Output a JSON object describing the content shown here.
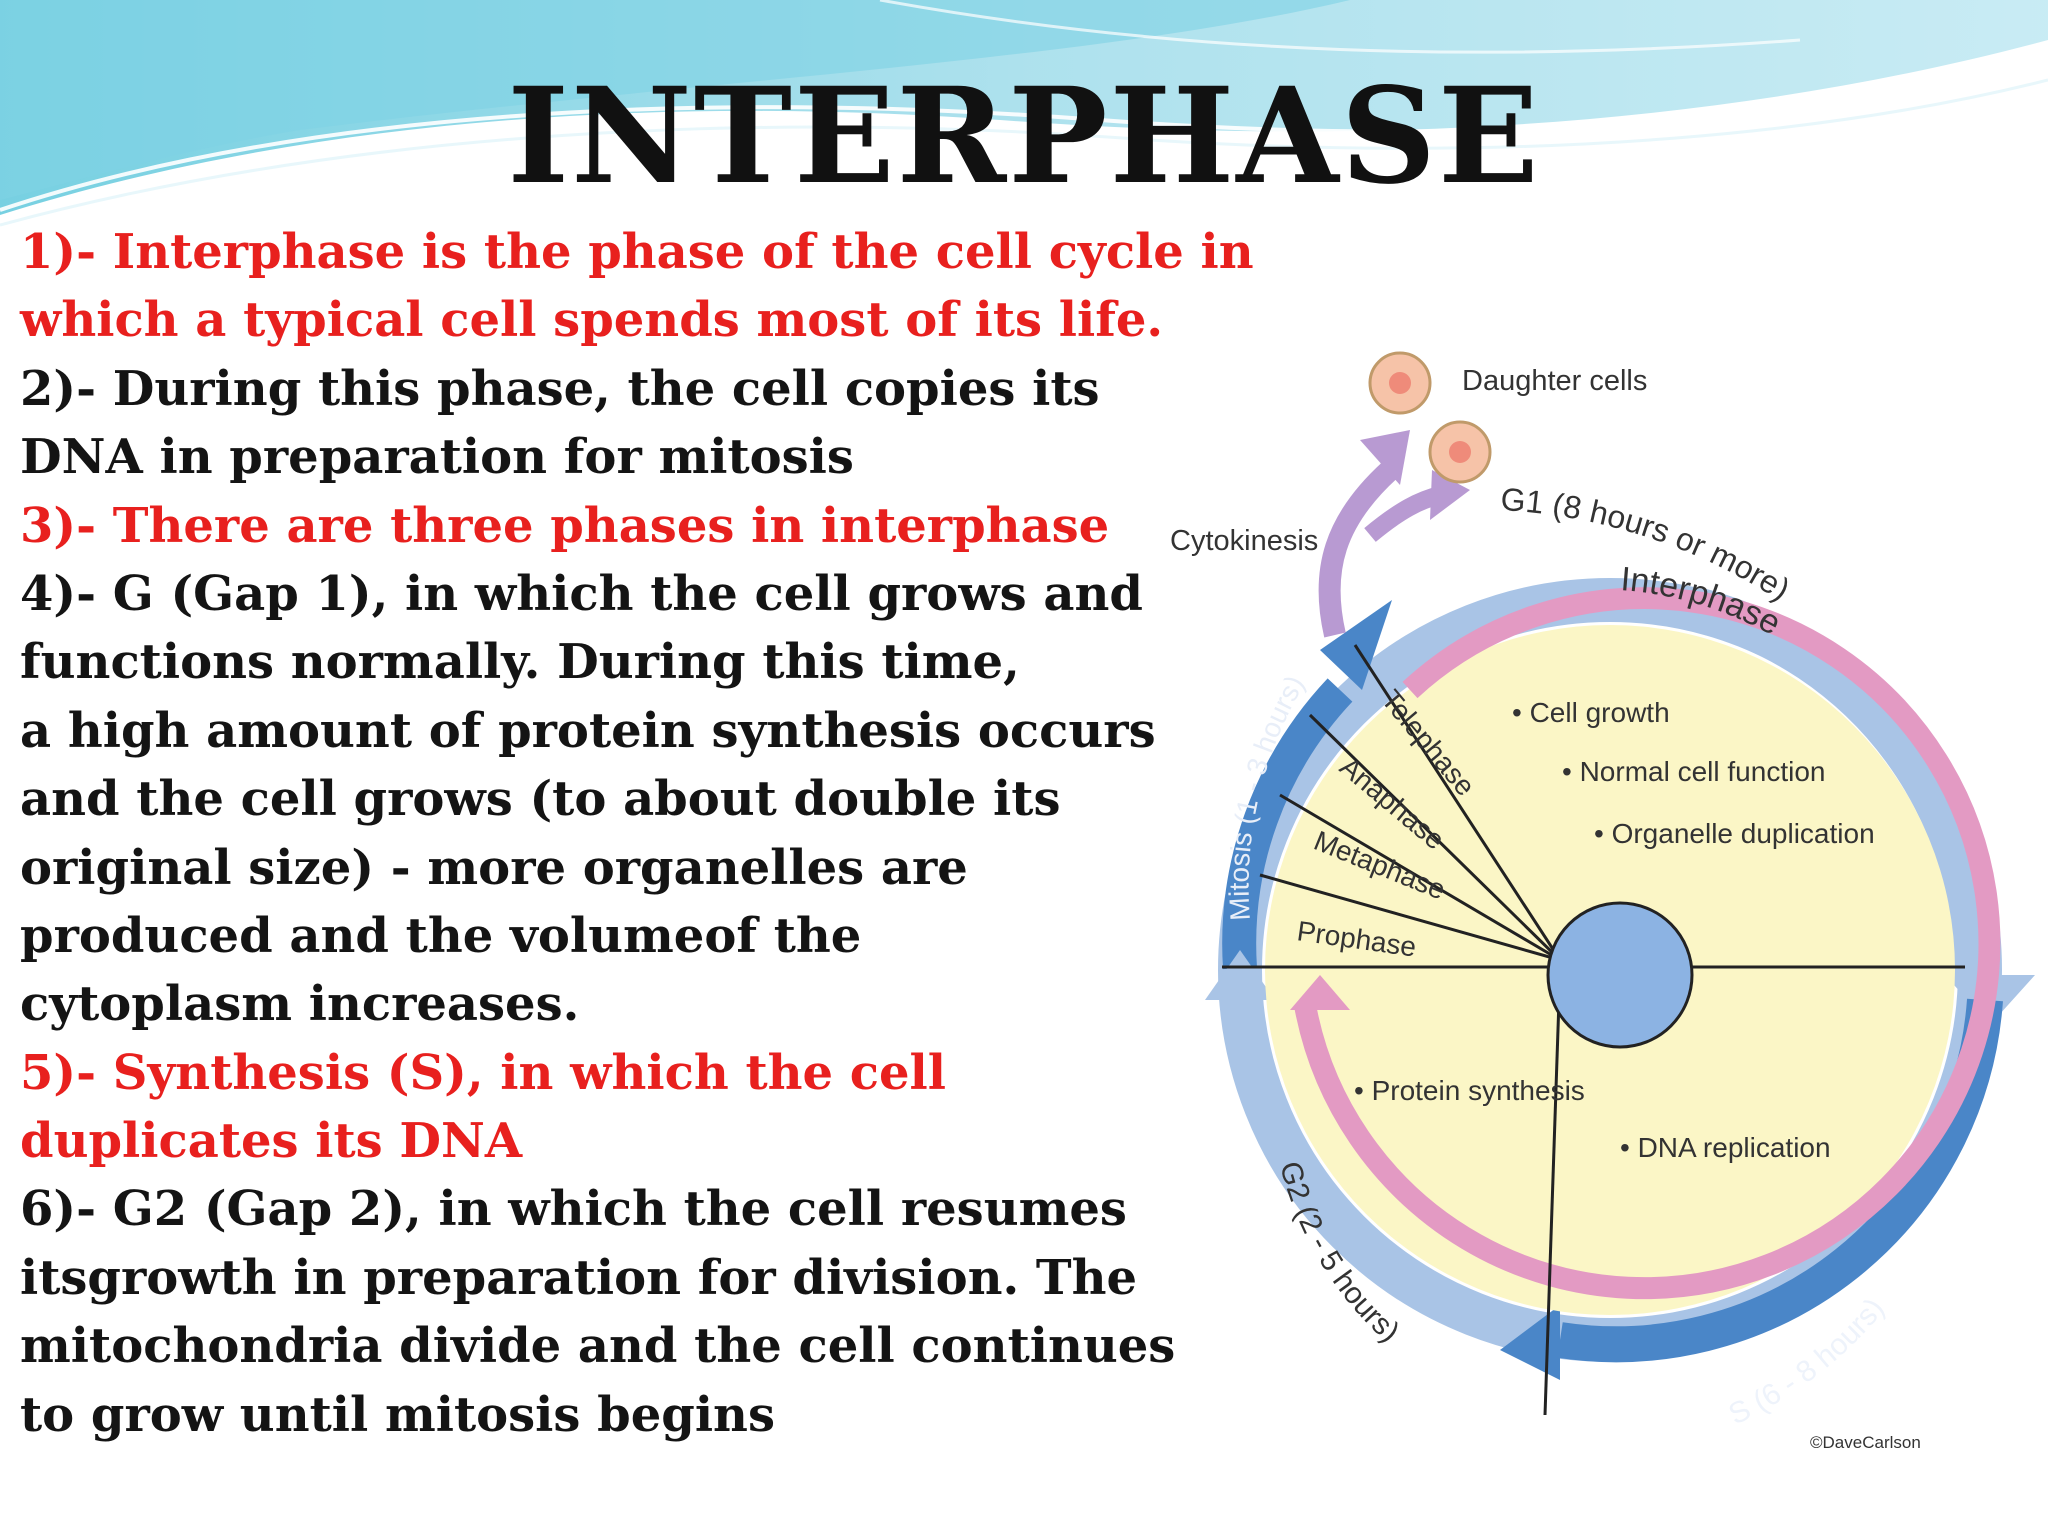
{
  "title": "INTERPHASE",
  "paragraphs": [
    {
      "color": "red",
      "lines": [
        "1)- Interphase is the phase of the cell cycle in",
        "which a typical cell spends most of its life."
      ]
    },
    {
      "color": "black",
      "lines": [
        "2)- During this phase, the cell copies its",
        "DNA in preparation for mitosis"
      ]
    },
    {
      "color": "red",
      "lines": [
        "3)- There are three phases in interphase"
      ]
    },
    {
      "color": "black",
      "lines": [
        "4)- G (Gap 1), in which the cell grows and",
        "functions normally. During this time,",
        "a high amount of protein synthesis occurs",
        "and the cell grows (to about double its",
        "original size) - more organelles are",
        "produced and the volumeof the",
        "cytoplasm increases."
      ]
    },
    {
      "color": "red",
      "lines": [
        "5)- Synthesis (S), in which the cell",
        "duplicates its DNA"
      ]
    },
    {
      "color": "black",
      "lines": [
        "6)- G2 (Gap 2), in which the cell resumes",
        "itsgrowth in preparation for division. The",
        "mitochondria divide and the cell continues",
        " to grow until mitosis begins"
      ]
    }
  ],
  "diagram": {
    "daughter_cells_label": "Daughter cells",
    "cytokinesis_label": "Cytokinesis",
    "g1_label": "G1 (8 hours or more)",
    "interphase_label": "Interphase",
    "mitosis_label": "Mitosis (1 - 3 hours)",
    "mitosis_stages": [
      "Telephase",
      "Anaphase",
      "Metaphase",
      "Prophase"
    ],
    "g1_bullets": [
      "• Cell growth",
      "• Normal cell function",
      "• Organelle duplication"
    ],
    "g2_bullet": "• Protein synthesis",
    "s_bullet": "• DNA replication",
    "g2_label": "G2 (2 - 5 hours)",
    "s_label": "S (6 - 8 hours)",
    "credit": "©DaveCarlson"
  },
  "colors": {
    "red_text": "#e8201e",
    "black_text": "#141414",
    "outer_ring": "#a9c4e6",
    "arrow_blue": "#4a86c8",
    "pink_ring": "#e39ac3",
    "cream_fill": "#fbf6c6",
    "nucleus": "#8cb3e3",
    "cytokinesis_arrow": "#b89ad2",
    "daughter_cell": "#f6c3a8"
  }
}
